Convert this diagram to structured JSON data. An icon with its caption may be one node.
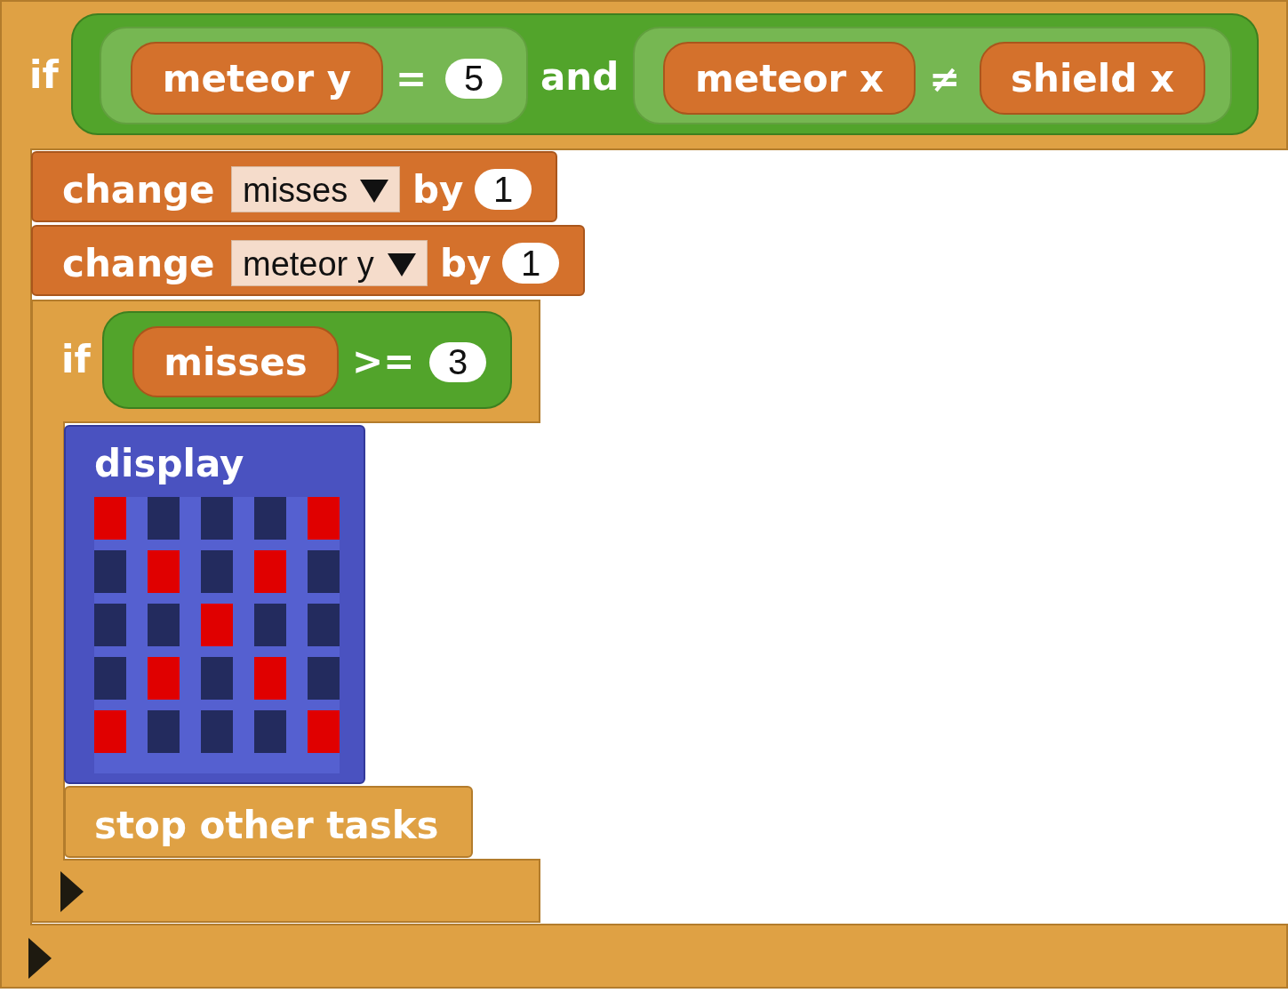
{
  "diagram": {
    "nodes": [
      {
        "text": [
          "if"
        ]
      },
      {
        "text": [
          "and"
        ],
        "in": 0
      },
      {
        "text": [
          "="
        ],
        "in": 1
      },
      {
        "text": [
          "meteor y"
        ],
        "in": 2
      },
      {
        "text": [
          "5"
        ],
        "in": 2
      },
      {
        "text": [
          "≠"
        ],
        "in": 1
      },
      {
        "text": [
          "meteor x"
        ],
        "in": 5
      },
      {
        "text": [
          "shield x"
        ],
        "in": 5
      },
      {
        "text": [
          "change",
          "by"
        ],
        "in": 0
      },
      {
        "text": [
          "misses"
        ],
        "in": 8
      },
      {
        "text": [
          "1"
        ],
        "in": 8
      },
      {
        "text": [
          "change",
          "by"
        ],
        "in": 0
      },
      {
        "text": [
          "meteor y"
        ],
        "in": 11
      },
      {
        "text": [
          "1"
        ],
        "in": 11
      },
      {
        "text": [
          "if"
        ],
        "in": 0
      },
      {
        "text": [
          ">="
        ],
        "in": 14
      },
      {
        "text": [
          "misses"
        ],
        "in": 15
      },
      {
        "text": [
          "3"
        ],
        "in": 15
      },
      {
        "text": [
          "display"
        ],
        "in": 14
      },
      {
        "text": [
          "stop other tasks"
        ],
        "in": 14
      }
    ],
    "edges": []
  }
}
